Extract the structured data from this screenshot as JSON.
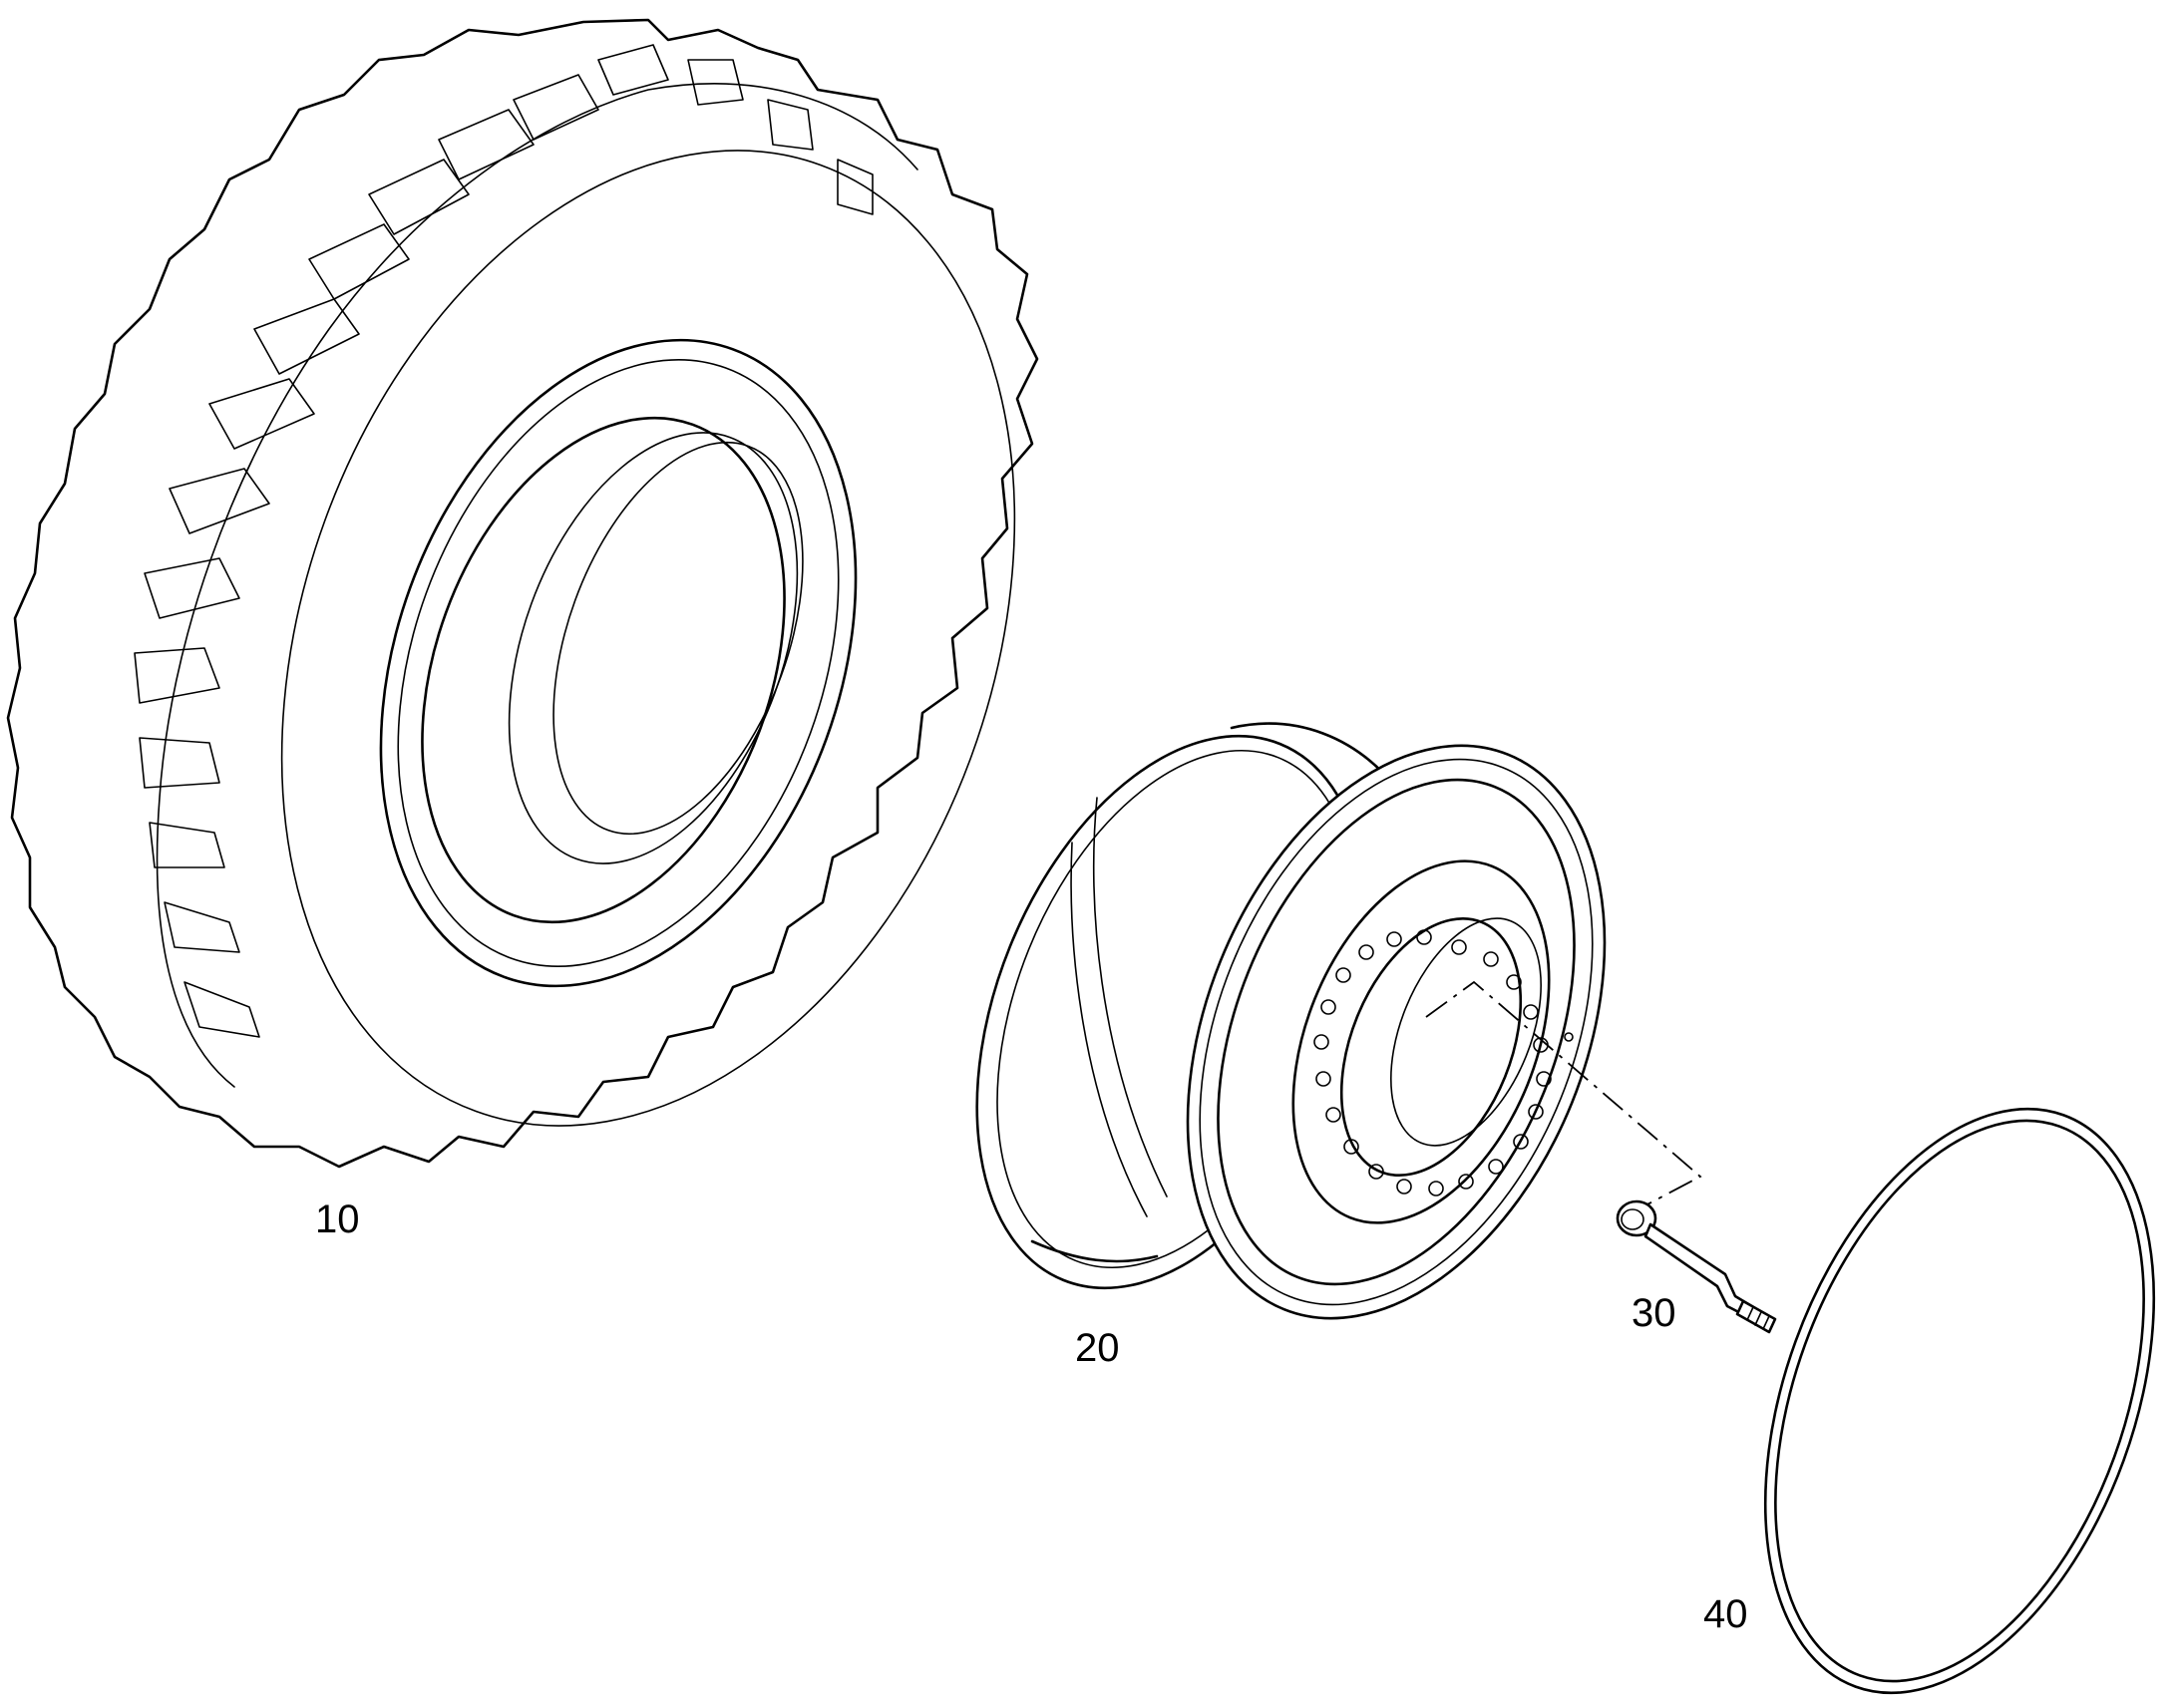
{
  "callouts": {
    "tire": "10",
    "rim": "20",
    "valve": "30",
    "o_ring": "40"
  },
  "colors": {
    "line": "#000000",
    "background": "#ffffff"
  }
}
